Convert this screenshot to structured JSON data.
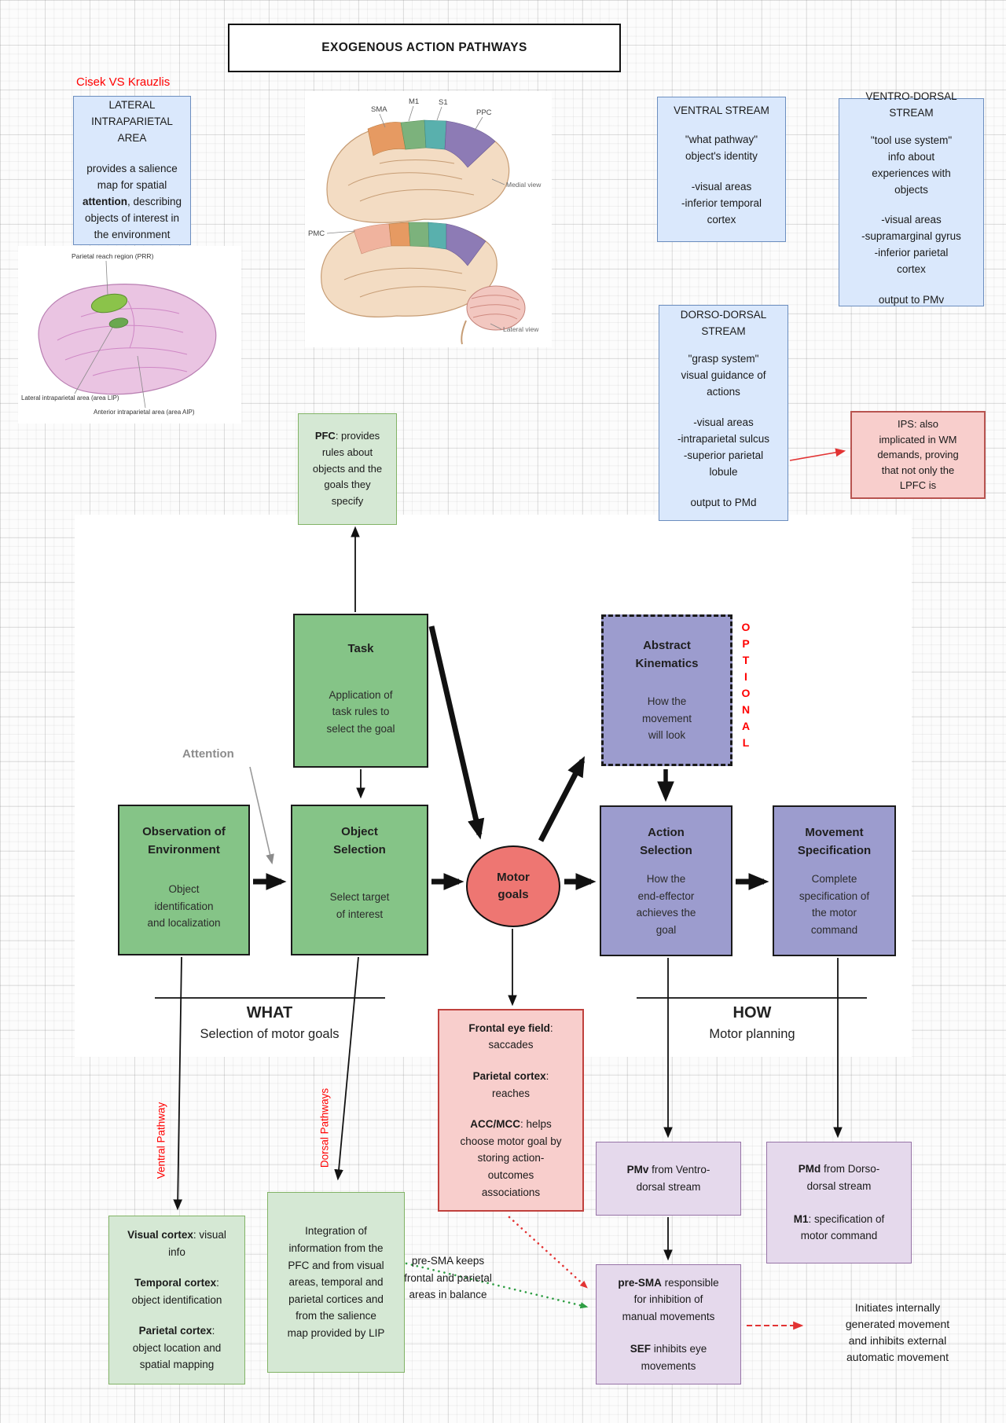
{
  "colors": {
    "stream_blue_fill": "#dae8fc",
    "stream_blue_border": "#6c8ebf",
    "note_green_fill": "#d5e8d4",
    "note_green_border": "#82b366",
    "node_green_fill": "#85c487",
    "node_purple_fill": "#9c9cce",
    "lavender_fill": "#e5d9ec",
    "lavender_border": "#9673a6",
    "pink_fill": "#f8cecc",
    "pink_border": "#b85450",
    "motor_goals_fill": "#ee7672",
    "accent_red": "#ff0000",
    "attention_gray": "#8c8c8c"
  },
  "header": {
    "title": "EXOGENOUS ACTION PATHWAYS",
    "subtitle": "Cisek VS Krauzlis"
  },
  "streams": {
    "lip": {
      "title": "LATERAL\nINTRAPARIETAL\nAREA",
      "body_pre": "provides a salience\nmap for spatial\n",
      "body_bold": "attention",
      "body_post": ", describing\nobjects of interest in\nthe environment"
    },
    "ventral": {
      "title": "VENTRAL STREAM",
      "p1": "\"what pathway\"\nobject's identity",
      "p2": "-visual areas\n-inferior temporal\ncortex"
    },
    "ventro_dorsal": {
      "title": "VENTRO-DORSAL\nSTREAM",
      "p1": "\"tool use system\"\ninfo about\nexperiences with\nobjects",
      "p2": "-visual areas\n-supramarginal gyrus\n-inferior parietal\ncortex",
      "p3": "output to PMv"
    },
    "dorso_dorsal": {
      "title": "DORSO-DORSAL\nSTREAM",
      "p1": "\"grasp system\"\nvisual guidance of\nactions",
      "p2": "-visual areas\n-intraparietal sulcus\n-superior parietal\nlobule",
      "p3": "output to PMd"
    },
    "ips": {
      "body": "IPS: also\nimplicated in WM\ndemands, proving\nthat not only the\nLPFC is"
    }
  },
  "notes": {
    "pfc": {
      "bold": "PFC",
      "rest": ": provides\nrules about\nobjects and the\ngoals they\nspecify"
    },
    "attention": "Attention",
    "optional": "OPTIONAL",
    "ventral_pathway": "Ventral Pathway",
    "dorsal_pathways": "Dorsal Pathways",
    "presma_balance": "pre-SMA keeps\nfrontal and parietal\nareas in balance",
    "initiates": "Initiates internally\ngenerated movement\nand inhibits external\nautomatic movement"
  },
  "flow": {
    "task": {
      "title": "Task",
      "body": "Application of\ntask rules to\nselect the goal"
    },
    "abstract_kinematics": {
      "title": "Abstract\nKinematics",
      "body": "How the\nmovement\nwill look"
    },
    "observation": {
      "title": "Observation of\nEnvironment",
      "body": "Object\nidentification\nand localization"
    },
    "object_selection": {
      "title": "Object\nSelection",
      "body": "Select target\nof interest"
    },
    "motor_goals": {
      "title": "Motor\ngoals"
    },
    "action_selection": {
      "title": "Action\nSelection",
      "body": "How the\nend-effector\nachieves the\ngoal"
    },
    "movement_spec": {
      "title": "Movement\nSpecification",
      "body": "Complete\nspecification of\nthe motor\ncommand"
    }
  },
  "sections": {
    "what": {
      "title": "WHAT",
      "subtitle": "Selection of motor goals"
    },
    "how": {
      "title": "HOW",
      "subtitle": "Motor planning"
    }
  },
  "detail_boxes": {
    "fef": {
      "items": [
        {
          "bold": "Frontal eye field",
          "rest": ":\nsaccades"
        },
        {
          "bold": "Parietal cortex",
          "rest": ":\nreaches"
        },
        {
          "bold": "ACC/MCC",
          "rest": ": helps\nchoose motor goal by\nstoring action-\noutcomes\nassociations"
        }
      ]
    },
    "pmv": {
      "p1_bold": "PMv",
      "p1_rest": " from Ventro-\ndorsal stream"
    },
    "pmd": {
      "p1_bold": "PMd",
      "p1_rest": " from Dorso-\ndorsal stream",
      "p2_bold": "M1",
      "p2_rest": ": specification of\nmotor command"
    },
    "presma": {
      "p1_bold": "pre-SMA",
      "p1_rest": " responsible\nfor inhibition of\nmanual movements",
      "p2_bold": "SEF",
      "p2_rest": " inhibits eye\nmovements"
    },
    "visual_cortex": {
      "items": [
        {
          "bold": "Visual cortex",
          "rest": ": visual\ninfo"
        },
        {
          "bold": "Temporal cortex",
          "rest": ":\nobject identification"
        },
        {
          "bold": "Parietal cortex",
          "rest": ":\nobject location and\nspatial mapping"
        }
      ]
    },
    "integration": {
      "body": "Integration of\ninformation from the\nPFC and from visual\nareas, temporal and\nparietal cortices and\nfrom the salience\nmap provided by LIP"
    }
  },
  "brain_figures": {
    "cortical_map": {
      "area_labels": [
        "SMA",
        "M1",
        "S1",
        "PPC",
        "PMC"
      ],
      "view_labels": [
        "Medial view",
        "Lateral view"
      ]
    },
    "parietal_regions": {
      "labels": [
        "Parietal reach region (PRR)",
        "Lateral intraparietal area (area LIP)",
        "Anterior intraparietal area (area AIP)"
      ]
    }
  }
}
